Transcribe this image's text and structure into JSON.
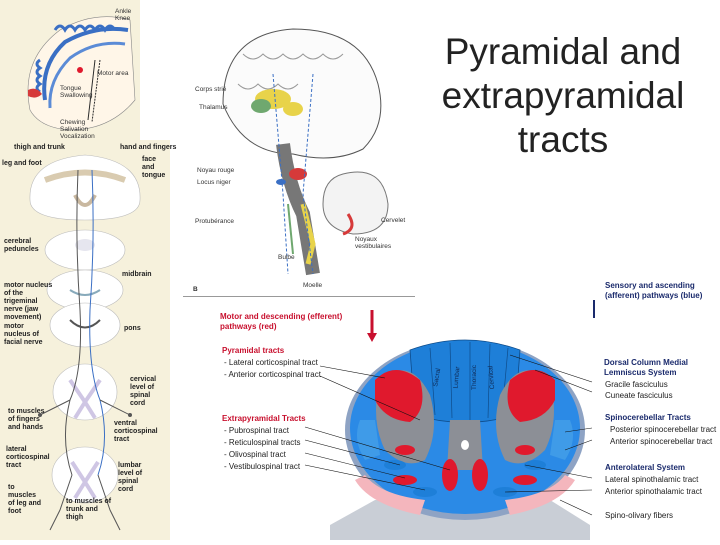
{
  "title": {
    "line1": "Pyramidal and",
    "line2": "extrapyramidal",
    "line3": "tracts"
  },
  "cortex_panel": {
    "labels": [
      "Motor area",
      "Tongue",
      "Swallowing",
      "Chewing",
      "Salivation",
      "Vocalization",
      "Ankle",
      "Knee"
    ]
  },
  "pathway_panel": {
    "labels": {
      "thigh_trunk": "thigh and trunk",
      "hand_fingers": "hand and fingers",
      "leg_foot": "leg and foot",
      "face_tongue": "face and tongue",
      "cerebral": "cerebral peduncles",
      "midbrain": "midbrain",
      "trigeminal": "motor nucleus of the trigeminal nerve (jaw movement)",
      "facial": "motor nucleus of facial nerve",
      "pons": "pons",
      "cervical": "cervical level of spinal cord",
      "fingers_hands": "to muscles of fingers and hands",
      "ventral": "ventral corticospinal tract",
      "lateral": "lateral corticospinal tract",
      "lumbar": "lumbar level of spinal cord",
      "leg_foot_muscles": "to muscles of leg and foot",
      "trunk_thigh_muscles": "to muscles of trunk and thigh"
    }
  },
  "brain_panel": {
    "labels": {
      "corps_strie": "Corps strié",
      "thalamus": "Thalamus",
      "noyau_rouge": "Noyau rouge",
      "locus_niger": "Locus niger",
      "protuberance": "Protubérance",
      "cervelet": "Cervelet",
      "noyaux_vest": "Noyaux vestibulaires",
      "bulbe": "Bulbe",
      "moelle": "Moelle",
      "panel_b": "B"
    }
  },
  "spinal_panel": {
    "motor_heading": "Motor and descending (efferent) pathways",
    "motor_sub": "(red)",
    "pyramidal_heading": "Pyramidal tracts",
    "pyramidal_items": [
      "- Lateral corticospinal tract",
      "- Anterior corticospinal tract"
    ],
    "extrapyramidal_heading": "Extrapyramidal Tracts",
    "extrapyramidal_items": [
      "- Pubrospinal tract",
      "- Reticulospinal tracts",
      "- Olivospinal tract",
      "- Vestibulospinal tract"
    ],
    "sensory_heading": "Sensory and ascending (afferent) pathways",
    "sensory_sub": "(blue)",
    "dorsal_heading": "Dorsal Column Medial Lemniscus System",
    "dorsal_items": [
      "Gracile fasciculus",
      "Cuneate fasciculus"
    ],
    "spinocerebellar_heading": "Spinocerebellar Tracts",
    "spinocerebellar_items": [
      "Posterior spinocerebellar tract",
      "Anterior spinocerebellar tract"
    ],
    "anterolateral_heading": "Anterolateral System",
    "anterolateral_items": [
      "Lateral spinothalamic tract",
      "Anterior spinothalamic tract"
    ],
    "spino_olivary": "Spino-olivary fibers",
    "region_labels": [
      "Sacral",
      "Lumbar",
      "Thoracic",
      "Cervical"
    ]
  },
  "colors": {
    "red": "#e0192d",
    "blue": "#1e7fd8",
    "gray": "#9aa0a6",
    "pink": "#f4b6bd"
  }
}
